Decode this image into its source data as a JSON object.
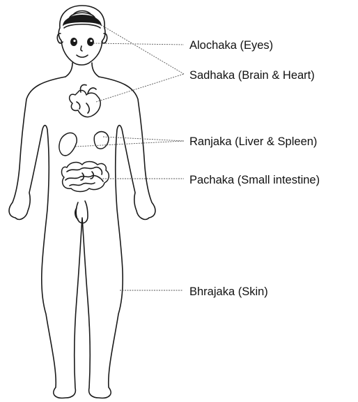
{
  "labels": {
    "alochaka": "Alochaka (Eyes)",
    "sadhaka": "Sadhaka (Brain & Heart)",
    "ranjaka": "Ranjaka (Liver & Spleen)",
    "pachaka": "Pachaka (Small intestine)",
    "bhrajaka": "Bhrajaka (Skin)"
  }
}
